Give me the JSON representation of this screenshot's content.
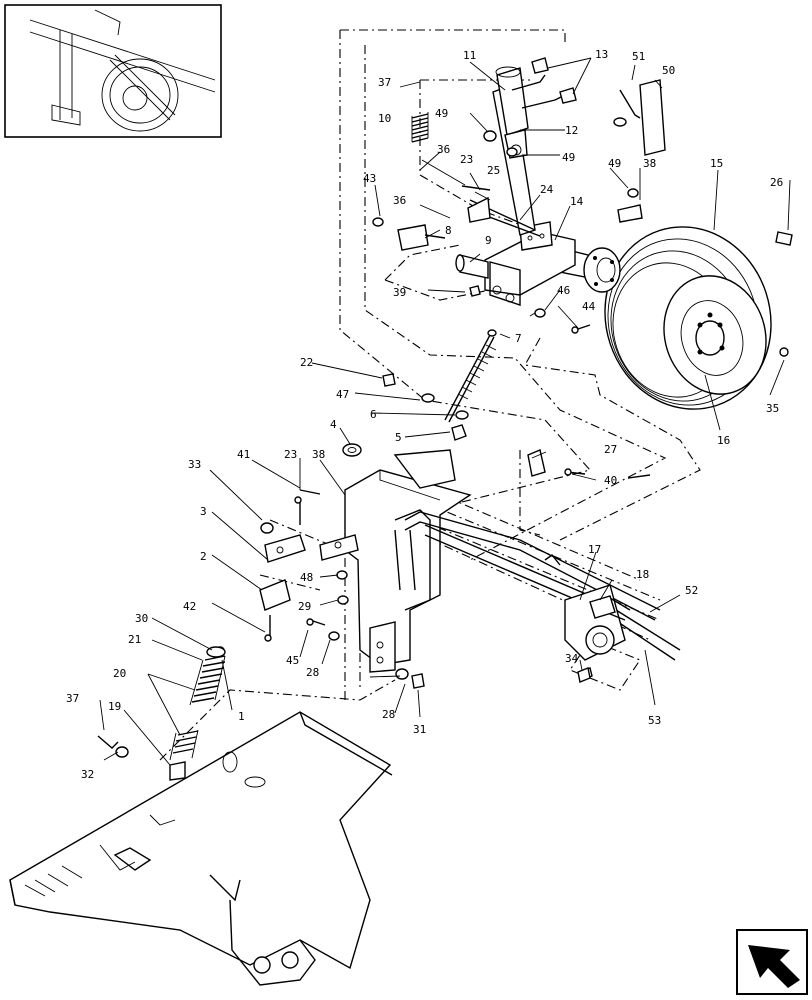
{
  "diagram": {
    "callouts": [
      "1",
      "2",
      "3",
      "4",
      "5",
      "6",
      "7",
      "8",
      "9",
      "10",
      "11",
      "12",
      "13",
      "14",
      "15",
      "16",
      "17",
      "18",
      "19",
      "20",
      "21",
      "22",
      "23",
      "23",
      "24",
      "25",
      "26",
      "27",
      "28",
      "28",
      "29",
      "30",
      "31",
      "32",
      "33",
      "34",
      "35",
      "36",
      "36",
      "37",
      "37",
      "38",
      "38",
      "39",
      "40",
      "41",
      "42",
      "43",
      "44",
      "45",
      "46",
      "47",
      "48",
      "49",
      "49",
      "49",
      "50",
      "51",
      "52",
      "53"
    ]
  },
  "inset": {
    "content": "overview-thumbnail"
  },
  "nav": {
    "icon": "arrow-back-icon"
  }
}
